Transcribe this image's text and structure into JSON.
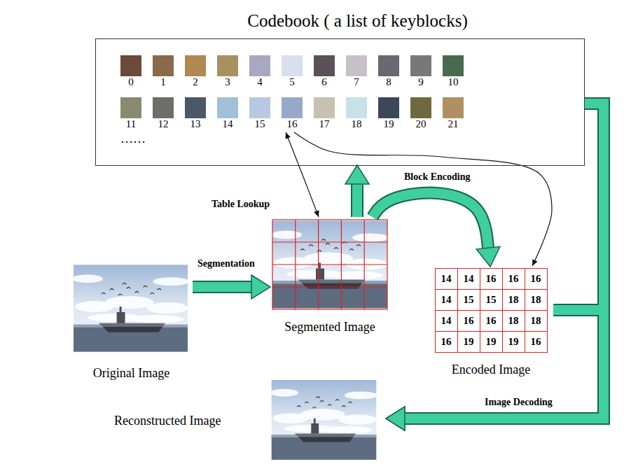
{
  "diagram": {
    "nodes": [
      {
        "text": [
          "Codebook ( a list of keyblocks)"
        ]
      },
      {
        "text": [
          "0"
        ],
        "in": 0
      },
      {
        "text": [
          "1"
        ],
        "in": 0
      },
      {
        "text": [
          "2"
        ],
        "in": 0
      },
      {
        "text": [
          "3"
        ],
        "in": 0
      },
      {
        "text": [
          "4"
        ],
        "in": 0
      },
      {
        "text": [
          "5"
        ],
        "in": 0
      },
      {
        "text": [
          "6"
        ],
        "in": 0
      },
      {
        "text": [
          "7"
        ],
        "in": 0
      },
      {
        "text": [
          "8"
        ],
        "in": 0
      },
      {
        "text": [
          "9"
        ],
        "in": 0
      },
      {
        "text": [
          "10"
        ],
        "in": 0
      },
      {
        "text": [
          "11"
        ],
        "in": 0
      },
      {
        "text": [
          "12"
        ],
        "in": 0
      },
      {
        "text": [
          "13"
        ],
        "in": 0
      },
      {
        "text": [
          "14"
        ],
        "in": 0
      },
      {
        "text": [
          "15"
        ],
        "in": 0
      },
      {
        "text": [
          "16"
        ],
        "in": 0
      },
      {
        "text": [
          "17"
        ],
        "in": 0
      },
      {
        "text": [
          "18"
        ],
        "in": 0
      },
      {
        "text": [
          "19"
        ],
        "in": 0
      },
      {
        "text": [
          "20"
        ],
        "in": 0
      },
      {
        "text": [
          "21"
        ],
        "in": 0
      },
      {
        "text": [
          "Segmented Image"
        ]
      },
      {
        "text": [
          "Original Image"
        ]
      },
      {
        "text": [
          "Encoded Image"
        ]
      },
      {
        "text": [
          "Reconstructed Image"
        ]
      }
    ],
    "edges": [
      {
        "from": 24,
        "to": 23,
        "arrow": "to",
        "label": "Segmentation"
      },
      {
        "from": 23,
        "to": 0,
        "arrow": "to",
        "label": "Table Lookup"
      },
      {
        "from": 23,
        "to": 25,
        "arrow": "to",
        "label": "Block Encoding"
      },
      {
        "from": 23,
        "to": 17,
        "arrow": "both"
      },
      {
        "from": 17,
        "to": 25,
        "arrow": "to"
      },
      {
        "from": 0,
        "to": 26,
        "arrow": "to",
        "label": "Image Decoding"
      },
      {
        "from": 25,
        "to": 26,
        "arrow": "to"
      }
    ],
    "labels": [
      "……",
      "14",
      "14",
      "16",
      "16",
      "16",
      "14",
      "15",
      "15",
      "18",
      "18",
      "14",
      "16",
      "16",
      "18",
      "18",
      "16",
      "19",
      "19",
      "19",
      "16"
    ]
  }
}
